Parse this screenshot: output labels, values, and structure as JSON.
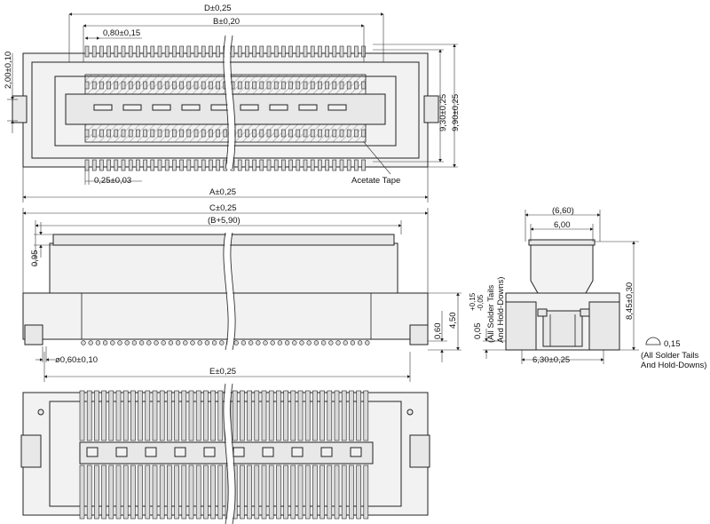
{
  "top_view": {
    "dim_d": "D±0,25",
    "dim_b": "B±0,20",
    "dim_pitch": "0,80±0,15",
    "dim_side": "2,00±0,10",
    "dim_h1": "9,30±0,25",
    "dim_h2": "9,90±0,25",
    "dim_bottom": "0,25±0,03",
    "dim_a": "A±0,25",
    "note_tape": "Acetate Tape"
  },
  "front_view": {
    "dim_c": "C±0,25",
    "dim_bplus": "(B+5,90)",
    "dim_095": "0,95",
    "dim_450": "4,50",
    "dim_060": "0,60",
    "dim_phi": "ø0,60±0,10",
    "dim_e": "E±0,25"
  },
  "side_view": {
    "dim_660": "(6,60)",
    "dim_600": "6,00",
    "dim_845": "8,45±0,30",
    "dim_630": "6,30±0,25",
    "dim_coplanar": "0,05",
    "dim_coplanar_tol_a": "+0,15",
    "dim_coplanar_tol_b": "-0,05",
    "note_tails_a_1": "(All Solder Tails",
    "note_tails_a_2": "And Hold-Downs)",
    "dim_015": "0,15",
    "note_tails_b_1": "(All Solder Tails",
    "note_tails_b_2": "And Hold-Downs)"
  }
}
